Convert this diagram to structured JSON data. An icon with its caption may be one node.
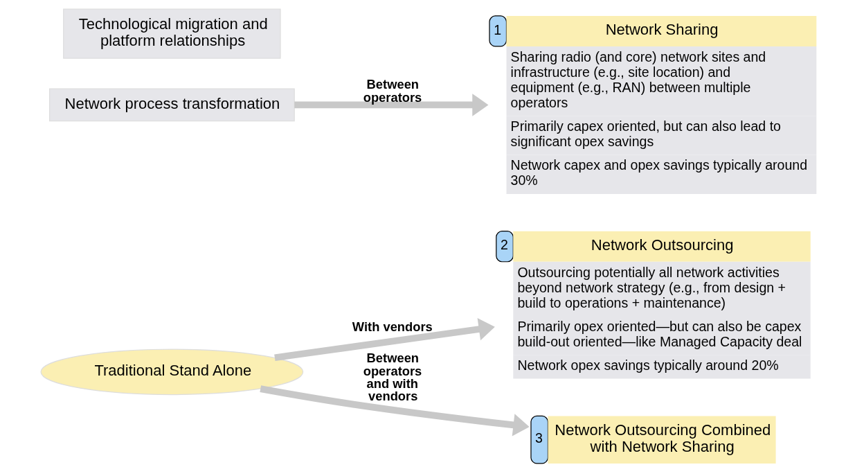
{
  "diagram": {
    "nodes": [
      {
        "text": [
          "2",
          "Network Outsourcing",
          "Outsourcing potentially all network activities beyond network strategy (e.g., from design + build to operations + maintenance)",
          "Primarily opex oriented—but can also be capex build-out oriented—like Managed Capacity deal",
          "Network opex savings typically around 20%"
        ]
      },
      {
        "text": [
          "3",
          "Network Outsourcing Combined with Network Sharing"
        ]
      },
      {
        "text": [
          "Traditional Stand Alone"
        ]
      },
      {
        "text": [
          "Network process transformation"
        ]
      },
      {
        "text": [
          "Technological migration and platform relationships"
        ]
      },
      {
        "text": [
          "1",
          "Network Sharing",
          "Sharing radio (and core) network sites and infrastructure (e.g., site location) and equipment (e.g., RAN) between multiple  operators",
          "Primarily capex oriented, but can also lead to significant opex savings",
          "Network capex and opex savings typically around 30%"
        ]
      }
    ],
    "edges": [
      {
        "from": 2,
        "to": 0,
        "arrow": "to",
        "label": "With vendors"
      },
      {
        "from": 2,
        "to": 1,
        "arrow": "to",
        "label": "Between operators and with vendors"
      },
      {
        "from": 3,
        "to": 5,
        "arrow": "to",
        "label": "Between operators"
      }
    ]
  }
}
